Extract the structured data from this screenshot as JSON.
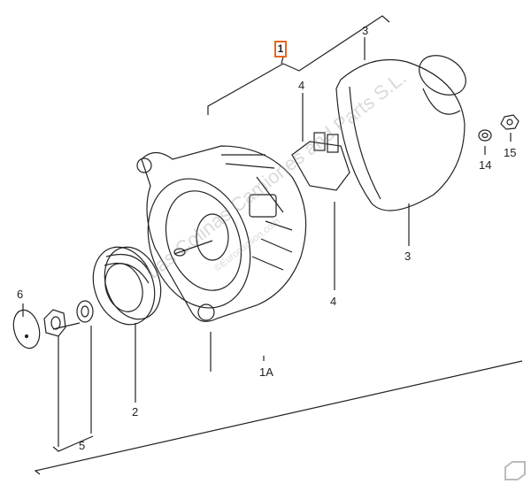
{
  "diagram": {
    "title": "Alternator exploded parts diagram",
    "labels": {
      "main_assembly": "1",
      "assembly_variant": "1A",
      "pulley": "2",
      "cover_top": "3",
      "cover_bottom": "3",
      "regulator_top": "4",
      "regulator_bottom": "4",
      "nut_group": "5",
      "cap": "6",
      "washer": "14",
      "nut": "15"
    },
    "highlight_color": "#e8661c",
    "watermark": "Las Colinas Camiones and Parts S.L.",
    "watermark_sub": "©Eurocamion.com"
  }
}
